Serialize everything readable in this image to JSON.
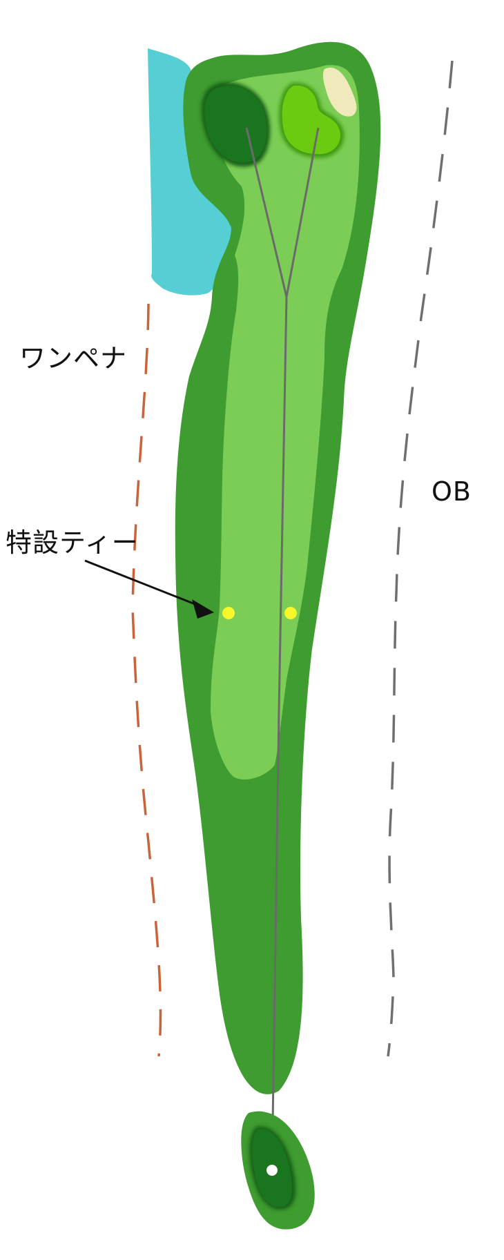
{
  "labels": {
    "penalty": "ワンペナ",
    "ob": "OB",
    "special_tee": "特設ティー"
  },
  "colors": {
    "rough": "#3f9c30",
    "fairway": "#7bcd55",
    "green_dark": "#1a761e",
    "green_light": "#6acb10",
    "water": "#55cfd4",
    "bunker": "#efe9bb",
    "penalty_stake": "#c9643a",
    "ob_stake": "#6f6f6f",
    "tee_marker": "#f7f72a",
    "play_line": "#6a6a6a"
  },
  "icons": {
    "tee_marker": "yellow-dot",
    "pin": "white-circle"
  }
}
